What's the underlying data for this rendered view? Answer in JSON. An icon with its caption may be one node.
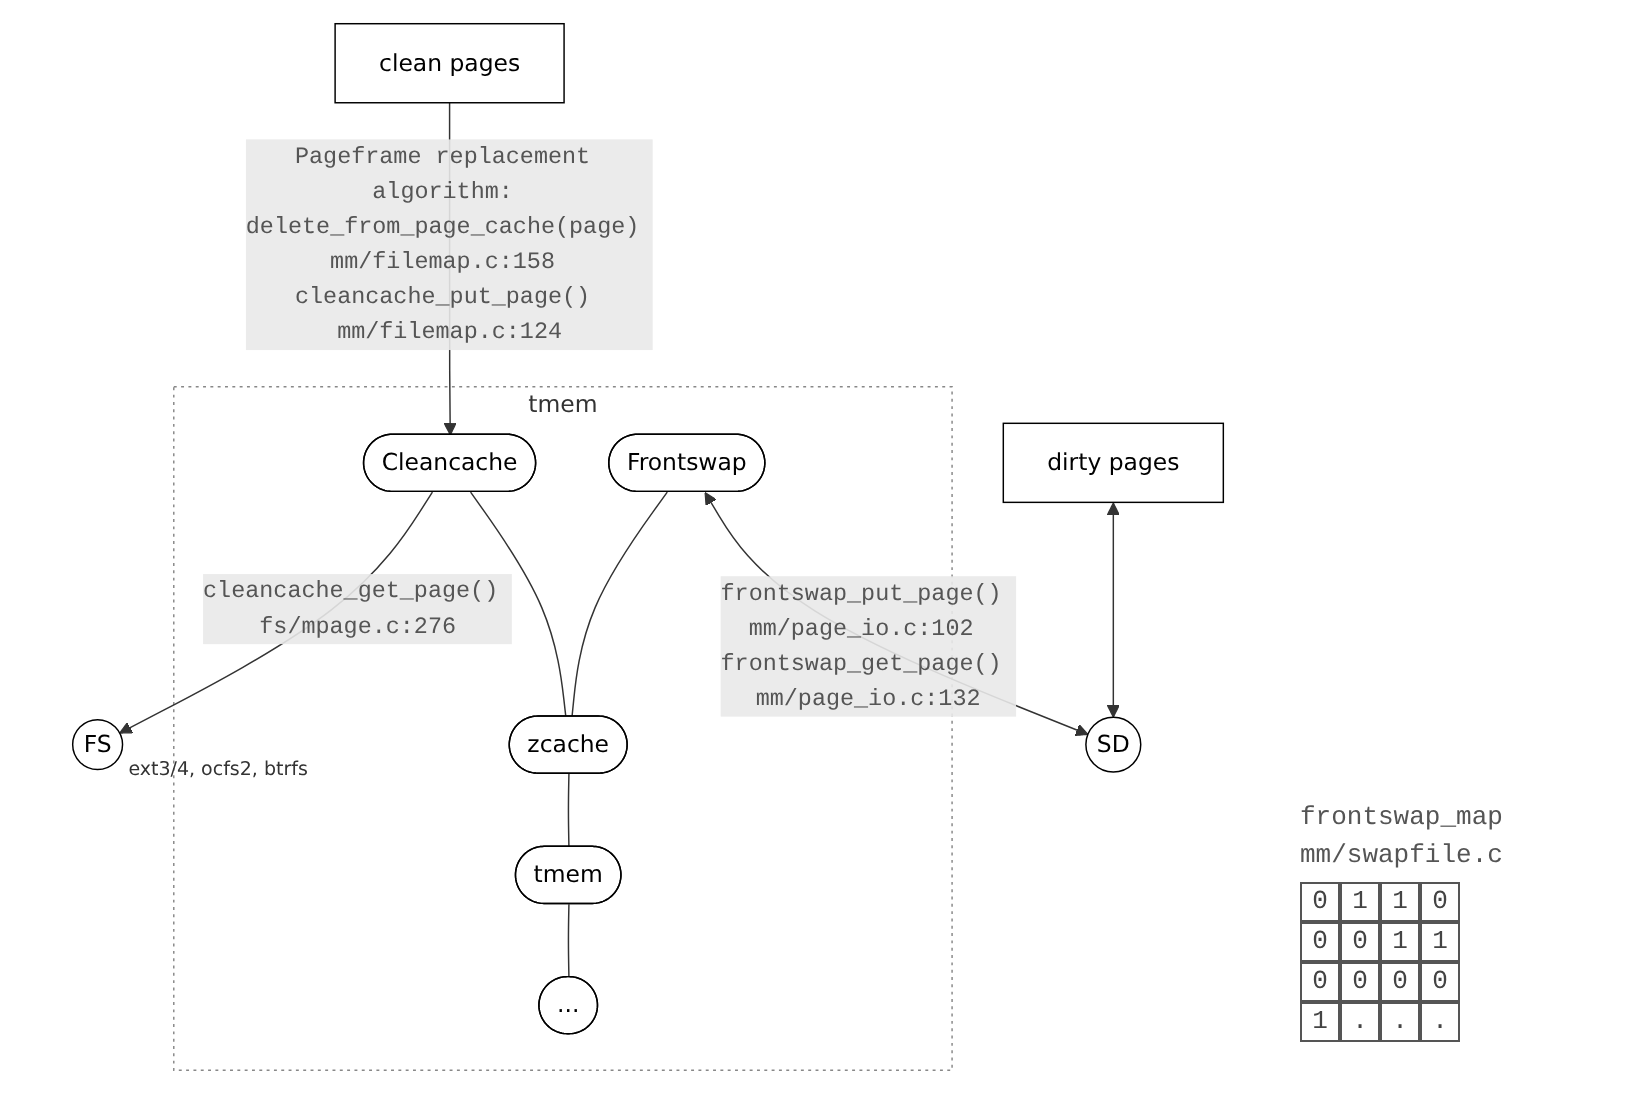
{
  "diagram": {
    "nodes": [
      {
        "text": [
          "clean pages"
        ]
      },
      {
        "text": [
          "dirty pages"
        ]
      },
      {
        "text": [
          "tmem"
        ]
      },
      {
        "text": [
          "Cleancache"
        ],
        "in": 2
      },
      {
        "text": [
          "Frontswap"
        ],
        "in": 2
      },
      {
        "text": [
          "zcache"
        ],
        "in": 2
      },
      {
        "text": [
          "tmem"
        ],
        "in": 2
      },
      {
        "text": [
          "..."
        ],
        "in": 2
      },
      {
        "text": [
          "FS"
        ],
        "beside": [
          "ext3/4, ocfs2, btrfs"
        ]
      },
      {
        "text": [
          "SD"
        ]
      }
    ],
    "edges": [
      {
        "from": 0,
        "to": 3,
        "arrow": "to",
        "label": "Pageframe replacement algorithm: delete_from_page_cache(page) mm/filemap.c:158 cleancache_put_page() mm/filemap.c:124"
      },
      {
        "from": 3,
        "to": 8,
        "arrow": "to",
        "label": "cleancache_get_page() fs/mpage.c:276"
      },
      {
        "from": 3,
        "to": 5,
        "arrow": "none"
      },
      {
        "from": 4,
        "to": 5,
        "arrow": "none"
      },
      {
        "from": 5,
        "to": 6,
        "arrow": "none"
      },
      {
        "from": 6,
        "to": 7,
        "arrow": "none"
      },
      {
        "from": 4,
        "to": 9,
        "arrow": "both",
        "label": "frontswap_put_page() mm/page_io.c:102 frontswap_get_page() mm/page_io.c:132"
      },
      {
        "from": 1,
        "to": 9,
        "arrow": "both"
      }
    ],
    "labels": [
      "frontswap_map",
      "mm/swapfile.c",
      "0",
      "1",
      "1",
      "0",
      "0",
      "0",
      "1",
      "1",
      "0",
      "0",
      "0",
      "0",
      "1",
      ".",
      ".",
      "."
    ]
  }
}
